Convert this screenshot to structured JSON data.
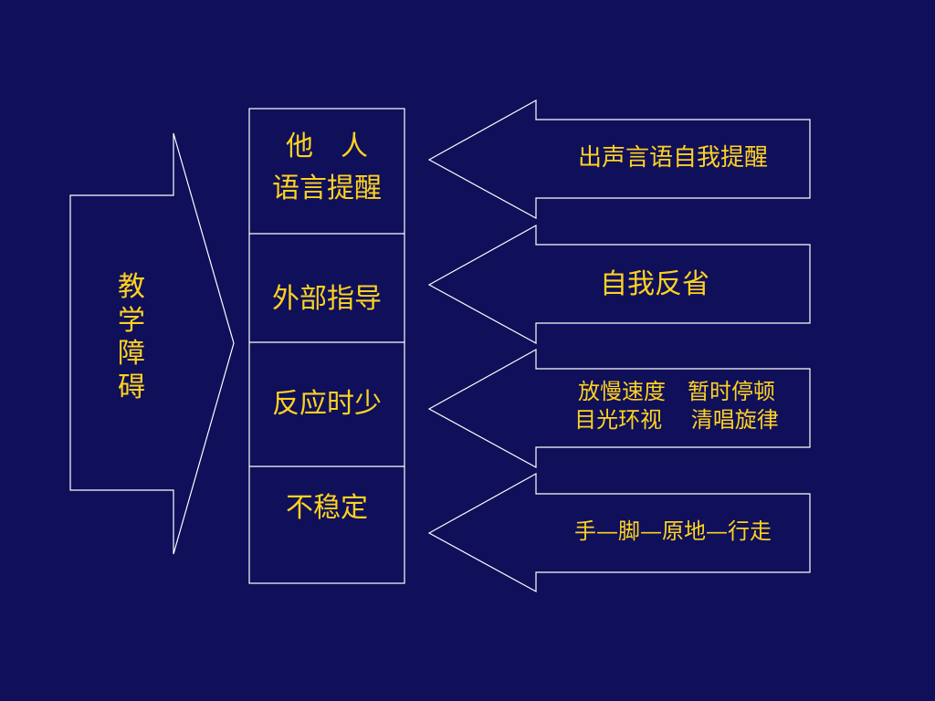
{
  "left_arrow": {
    "chars": [
      "教",
      "学",
      "障",
      "碍"
    ]
  },
  "middle_boxes": [
    {
      "lines": [
        "他　人",
        "语言提醒"
      ]
    },
    {
      "lines": [
        "外部指导"
      ]
    },
    {
      "lines": [
        "反应时少"
      ]
    },
    {
      "lines": [
        "不稳定"
      ]
    }
  ],
  "right_arrows": [
    {
      "lines": [
        "出声言语自我提醒"
      ]
    },
    {
      "lines": [
        "自我反省"
      ]
    },
    {
      "lines": [
        "放慢速度　暂时停顿",
        "目光环视　 清唱旋律"
      ]
    },
    {
      "lines": [
        "手—脚—原地—行走"
      ]
    }
  ],
  "colors": {
    "background": "#0f0f5a",
    "text": "#ffd21f",
    "stroke": "#ffffff"
  }
}
